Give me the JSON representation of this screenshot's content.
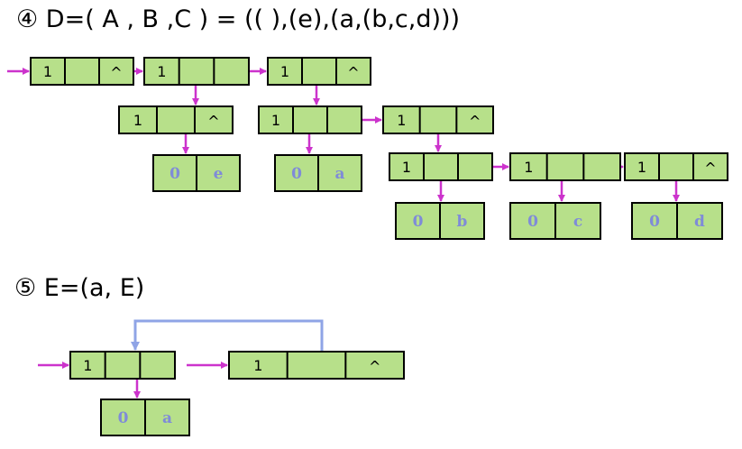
{
  "headings": {
    "d": "④  D=( A , B ,C ) = (( ),(e),(a,(b,c,d)))",
    "e": "⑤  E=(a, E)"
  },
  "colors": {
    "node_fill": "#b7e08a",
    "node_border": "#000000",
    "link_arrow": "#cc33cc",
    "back_arrow": "#8fa4e6",
    "atom_text": "#7f8bd8"
  },
  "diagram_d": {
    "list_nodes": [
      {
        "tag": "1",
        "tail": "^"
      },
      {
        "tag": "1",
        "tail": ""
      },
      {
        "tag": "1",
        "tail": "^"
      },
      {
        "tag": "1",
        "tail": "^"
      },
      {
        "tag": "1",
        "tail": ""
      },
      {
        "tag": "1",
        "tail": "^"
      },
      {
        "tag": "1",
        "tail": ""
      },
      {
        "tag": "1",
        "tail": ""
      },
      {
        "tag": "1",
        "tail": "^"
      }
    ],
    "atom_nodes": [
      {
        "tag": "0",
        "value": "e"
      },
      {
        "tag": "0",
        "value": "a"
      },
      {
        "tag": "0",
        "value": "b"
      },
      {
        "tag": "0",
        "value": "c"
      },
      {
        "tag": "0",
        "value": "d"
      }
    ]
  },
  "diagram_e": {
    "list_nodes": [
      {
        "tag": "1",
        "tail": ""
      },
      {
        "tag": "1",
        "tail": "^"
      }
    ],
    "atom_nodes": [
      {
        "tag": "0",
        "value": "a"
      }
    ]
  }
}
